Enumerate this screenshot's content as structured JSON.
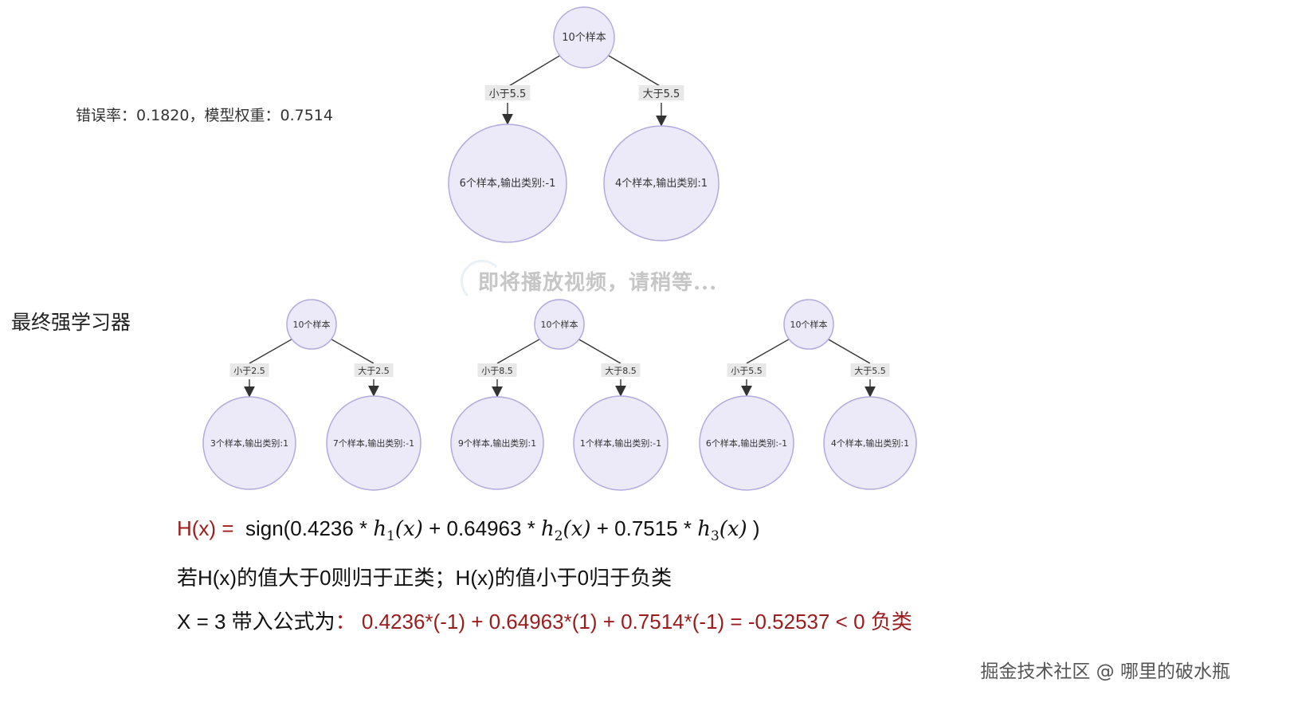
{
  "stats_line": "错误率：0.1820，模型权重：0.7514",
  "section_title": "最终强学习器",
  "overlay_text": "即将播放视频，请稍等...",
  "colors": {
    "node_fill": "#eceaf8",
    "node_stroke": "#b3a9dd",
    "edge_label_bg": "#e8e8e8",
    "red": "#9b1c1c"
  },
  "trees": [
    {
      "id": "top",
      "root": "10个样本",
      "left_edge": "小于5.5",
      "right_edge": "大于5.5",
      "left_leaf": "6个样本,输出类别:-1",
      "right_leaf": "4个样本,输出类别:1"
    },
    {
      "id": "h1",
      "root": "10个样本",
      "left_edge": "小于2.5",
      "right_edge": "大于2.5",
      "left_leaf": "3个样本,输出类别:1",
      "right_leaf": "7个样本,输出类别:-1"
    },
    {
      "id": "h2",
      "root": "10个样本",
      "left_edge": "小于8.5",
      "right_edge": "大于8.5",
      "left_leaf": "9个样本,输出类别:1",
      "right_leaf": "1个样本,输出类别:-1"
    },
    {
      "id": "h3",
      "root": "10个样本",
      "left_edge": "小于5.5",
      "right_edge": "大于5.5",
      "left_leaf": "6个样本,输出类别:-1",
      "right_leaf": "4个样本,输出类别:1"
    }
  ],
  "formula": {
    "lhs": "H(x) =",
    "sign_open": "sign(0.4236 * ",
    "h1": "h",
    "h1_sub": "1",
    "h1_arg": "(x)",
    "plus2": " + 0.64963 * ",
    "h2": "h",
    "h2_sub": "2",
    "h2_arg": "(x)",
    "plus3": " + 0.7515 * ",
    "h3": "h",
    "h3_sub": "3",
    "h3_arg": "(x)",
    "close": " )"
  },
  "rule_line": "若H(x)的值大于0则归于正类；H(x)的值小于0归于负类",
  "example": {
    "prefix": "X = 3 带入公式为",
    "computation": "：  0.4236*(-1) + 0.64963*(1) + 0.7514*(-1) = -0.52537 < 0 负类"
  },
  "watermark": "掘金技术社区 @ 哪里的破水瓶"
}
